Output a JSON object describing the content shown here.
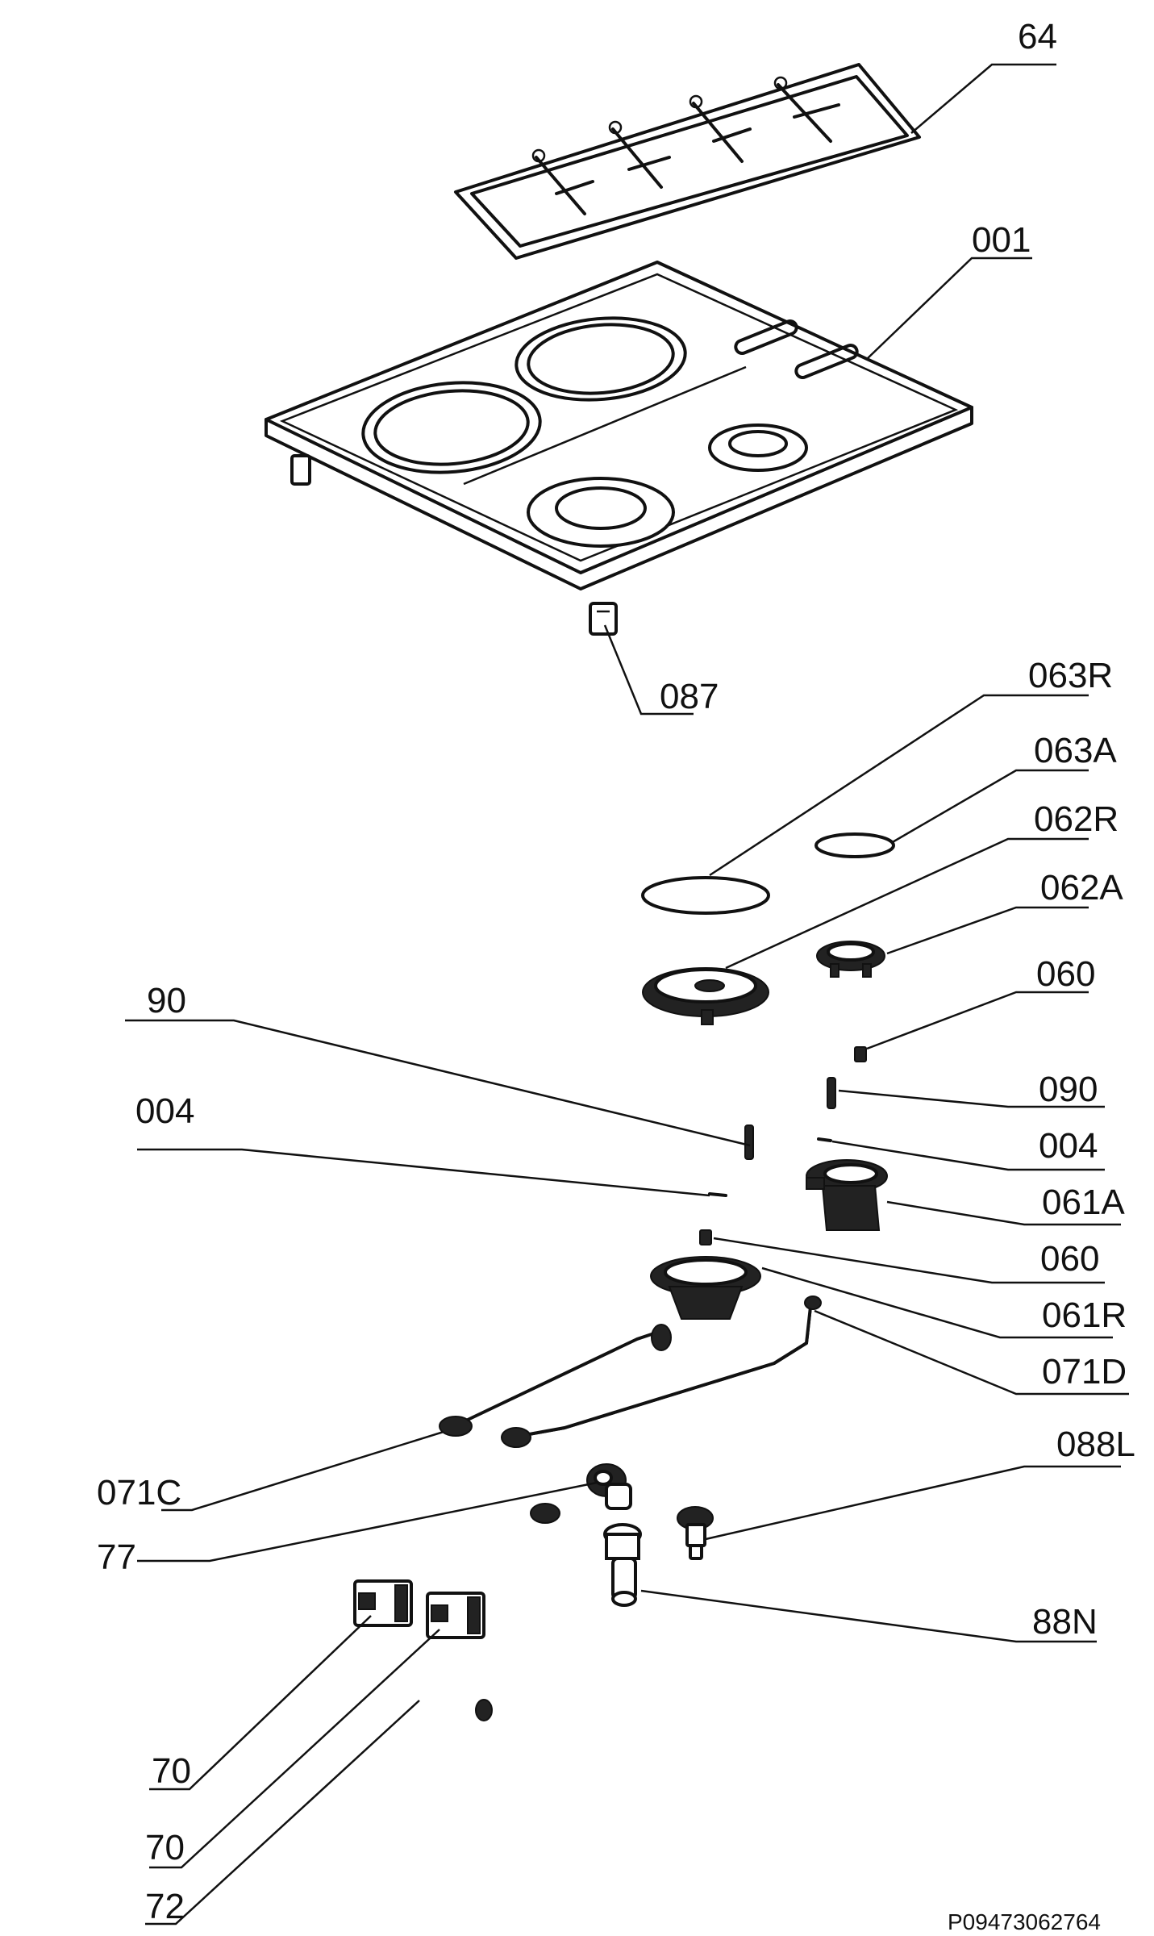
{
  "callouts": {
    "c64": "64",
    "c001": "001",
    "c087": "087",
    "c063R": "063R",
    "c063A": "063A",
    "c062R": "062R",
    "c062A": "062A",
    "c060a": "060",
    "c90": "90",
    "c090": "090",
    "c004a": "004",
    "c004b": "004",
    "c061A": "061A",
    "c060b": "060",
    "c061R": "061R",
    "c071D": "071D",
    "c071C": "071C",
    "c088L": "088L",
    "c77": "77",
    "c88N": "88N",
    "c70a": "70",
    "c70b": "70",
    "c72": "72"
  },
  "drawing_code": "P09473062764",
  "icons": {
    "pan_support": "pan-support-grid",
    "hob_top": "hob-top-plate",
    "clip": "clip"
  }
}
